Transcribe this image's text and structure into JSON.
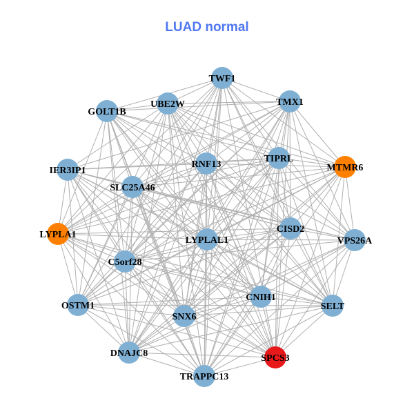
{
  "title": "LUAD normal",
  "colors": {
    "default": "#7fb0d4",
    "orange": "#ff8000",
    "red": "#e8191b",
    "edge": "#b0b0b0"
  },
  "nodes": [
    {
      "label": "TWF1",
      "color": "default"
    },
    {
      "label": "TMX1",
      "color": "default"
    },
    {
      "label": "UBE2W",
      "color": "default"
    },
    {
      "label": "GOLT1B",
      "color": "default"
    },
    {
      "label": "RNF13",
      "color": "default"
    },
    {
      "label": "TIPRL",
      "color": "default"
    },
    {
      "label": "MTMR6",
      "color": "orange"
    },
    {
      "label": "IER3IP1",
      "color": "default"
    },
    {
      "label": "SLC25A46",
      "color": "default"
    },
    {
      "label": "LYPLA1",
      "color": "orange"
    },
    {
      "label": "LYPLAL1",
      "color": "default"
    },
    {
      "label": "CISD2",
      "color": "default"
    },
    {
      "label": "VPS26A",
      "color": "default"
    },
    {
      "label": "C5orf28",
      "color": "default"
    },
    {
      "label": "OSTM1",
      "color": "default"
    },
    {
      "label": "CNIH1",
      "color": "default"
    },
    {
      "label": "SELT",
      "color": "default"
    },
    {
      "label": "SNX6",
      "color": "default"
    },
    {
      "label": "DNAJC8",
      "color": "default"
    },
    {
      "label": "SPCS3",
      "color": "red"
    },
    {
      "label": "TRAPPC13",
      "color": "default"
    }
  ],
  "adjacency_upper": [
    "11111101111111011111",
    "1111111111111111111",
    "111110111111111111",
    "11101111011111111",
    "1111111111111111",
    "111111111111111",
    "01111111011111",
    "1111111111111",
    "111111111111",
    "11011111111",
    "1111111111",
    "111111111",
    "10111111",
    "1111111",
    "111111",
    "11111",
    "1111",
    "111",
    "11",
    "1"
  ]
}
